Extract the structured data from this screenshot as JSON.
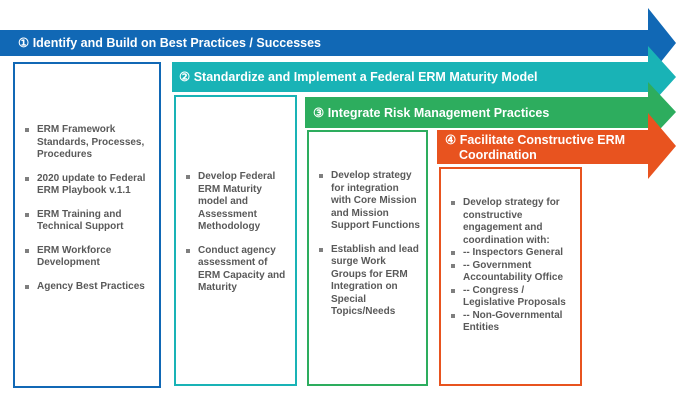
{
  "stages": [
    {
      "number": "①",
      "title": "Identify and Build on Best Practices / Successes",
      "color": "#1168b5",
      "items": [
        "ERM Framework Standards, Processes, Procedures",
        "2020 update to Federal ERM Playbook v.1.1",
        "ERM Training and Technical Support",
        "ERM Workforce Development",
        "Agency Best Practices"
      ]
    },
    {
      "number": "②",
      "title": "Standardize and Implement a Federal ERM Maturity Model",
      "color": "#19b3b6",
      "items": [
        "Develop Federal ERM Maturity model and Assessment Methodology",
        "Conduct agency assessment of ERM Capacity and Maturity"
      ]
    },
    {
      "number": "③",
      "title": "Integrate Risk Management Practices",
      "color": "#2dad5e",
      "items": [
        "Develop strategy for integration with Core Mission and Mission Support Functions",
        "Establish and lead surge Work Groups for ERM Integration on Special Topics/Needs"
      ]
    },
    {
      "number": "④",
      "title_line1": "Facilitate Constructive ERM",
      "title_line2": "Coordination",
      "color": "#e8531f",
      "items": [
        "Develop strategy for constructive engagement and coordination with:",
        "-- Inspectors General",
        "-- Government Accountability Office",
        "-- Congress / Legislative Proposals",
        "-- Non-Governmental Entities"
      ]
    }
  ]
}
